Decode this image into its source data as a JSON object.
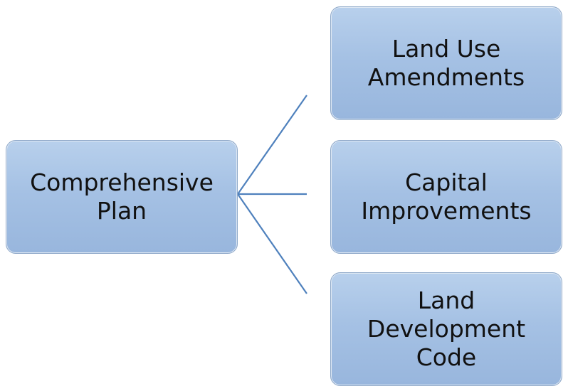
{
  "diagram": {
    "root": {
      "label": "Comprehensive\nPlan"
    },
    "children": [
      {
        "label": "Land Use\nAmendments"
      },
      {
        "label": "Capital\nImprovements"
      },
      {
        "label": "Land\nDevelopment\nCode"
      }
    ]
  },
  "colors": {
    "node_fill_top": "#b8d0ec",
    "node_fill_bottom": "#98b6dd",
    "node_border": "#8fa9c9",
    "connector": "#4f81bd",
    "text": "#111111"
  }
}
